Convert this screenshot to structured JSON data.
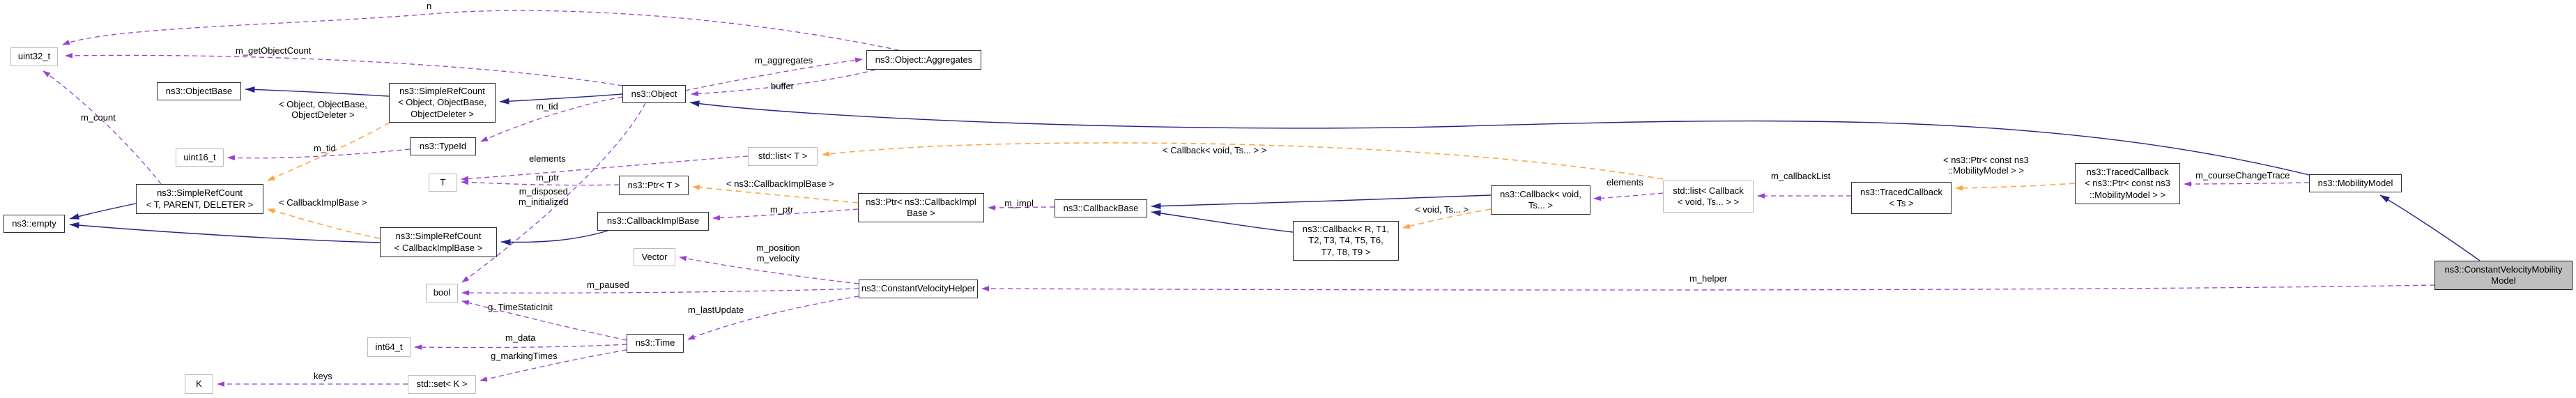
{
  "diagram": {
    "type": "doxygen-collaboration-graph",
    "focus_node": "ns3::ConstantVelocityMobilityModel",
    "colors": {
      "inheritance_edge": "#24248c",
      "member_edge": "#9a40d2",
      "template_edge": "#ffa443",
      "selected_node_fill": "#bfbfbf",
      "node_border": "#2f2f2f",
      "external_node_border": "#bcbcbc",
      "background": "#ffffff"
    },
    "nodes": [
      {
        "id": "uint32_t",
        "text": "uint32_t",
        "kind": "external"
      },
      {
        "id": "ns3-objectbase",
        "text": "ns3::ObjectBase",
        "kind": "class"
      },
      {
        "id": "uint16_t",
        "text": "uint16_t",
        "kind": "external"
      },
      {
        "id": "simplerefcount-generic",
        "text": "ns3::SimpleRefCount\n< T, PARENT, DELETER >",
        "kind": "class"
      },
      {
        "id": "ns3-empty",
        "text": "ns3::empty",
        "kind": "class"
      },
      {
        "id": "k",
        "text": "K",
        "kind": "external"
      },
      {
        "id": "std-set-k",
        "text": "std::set< K >",
        "kind": "external"
      },
      {
        "id": "simplerefcount-object",
        "text": "ns3::SimpleRefCount\n< Object, ObjectBase,\nObjectDeleter >",
        "kind": "class"
      },
      {
        "id": "ns3-typeid",
        "text": "ns3::TypeId",
        "kind": "class"
      },
      {
        "id": "t",
        "text": "T",
        "kind": "external"
      },
      {
        "id": "int64_t",
        "text": "int64_t",
        "kind": "external"
      },
      {
        "id": "bool",
        "text": "bool",
        "kind": "external"
      },
      {
        "id": "simplerefcount-callbackimplbase",
        "text": "ns3::SimpleRefCount\n< CallbackImplBase >",
        "kind": "class"
      },
      {
        "id": "ns3-object",
        "text": "ns3::Object",
        "kind": "class"
      },
      {
        "id": "ns3-ptr-t",
        "text": "ns3::Ptr< T >",
        "kind": "class"
      },
      {
        "id": "ns3-callbackimplbase",
        "text": "ns3::CallbackImplBase",
        "kind": "class"
      },
      {
        "id": "vector",
        "text": "Vector",
        "kind": "external"
      },
      {
        "id": "ns3-time",
        "text": "ns3::Time",
        "kind": "class"
      },
      {
        "id": "std-list-t",
        "text": "std::list< T >",
        "kind": "external"
      },
      {
        "id": "ns3-object-aggregates",
        "text": "ns3::Object::Aggregates",
        "kind": "class"
      },
      {
        "id": "ns3-ptr-callbackimplbase",
        "text": "ns3::Ptr< ns3::CallbackImpl\nBase >",
        "kind": "class"
      },
      {
        "id": "ns3-callbackbase",
        "text": "ns3::CallbackBase",
        "kind": "class"
      },
      {
        "id": "ns3-constantvelocityhelper",
        "text": "ns3::ConstantVelocityHelper",
        "kind": "class"
      },
      {
        "id": "ns3-callback-void-ts",
        "text": "ns3::Callback< void,\nTs... >",
        "kind": "class"
      },
      {
        "id": "ns3-callback-r-t1-t9",
        "text": "ns3::Callback< R, T1,\nT2, T3, T4, T5, T6,\nT7, T8, T9 >",
        "kind": "class"
      },
      {
        "id": "std-list-callback",
        "text": "std::list< Callback\n< void, Ts... > >",
        "kind": "external"
      },
      {
        "id": "ns3-tracedcallback-ts",
        "text": "ns3::TracedCallback\n< Ts >",
        "kind": "class"
      },
      {
        "id": "ns3-tracedcallback-mobilitymodel",
        "text": "ns3::TracedCallback\n< ns3::Ptr< const ns3\n::MobilityModel > >",
        "kind": "class"
      },
      {
        "id": "ns3-mobilitymodel",
        "text": "ns3::MobilityModel",
        "kind": "class"
      },
      {
        "id": "ns3-constantvelocitymobilitymodel",
        "text": "ns3::ConstantVelocityMobility\nModel",
        "kind": "selected"
      }
    ],
    "edge_labels": [
      {
        "text": "n"
      },
      {
        "text": "m_getObjectCount"
      },
      {
        "text": "m_count"
      },
      {
        "text": "m_tid"
      },
      {
        "text": "m_tid"
      },
      {
        "text": "elements"
      },
      {
        "text": "m_ptr"
      },
      {
        "text": "m_disposed\nm_initialized"
      },
      {
        "text": "m_aggregates"
      },
      {
        "text": "buffer"
      },
      {
        "text": "< Object, ObjectBase,\nObjectDeleter >"
      },
      {
        "text": "< CallbackImplBase >"
      },
      {
        "text": "< ns3::CallbackImplBase >"
      },
      {
        "text": "m_ptr"
      },
      {
        "text": "m_impl"
      },
      {
        "text": "m_position\nm_velocity"
      },
      {
        "text": "m_paused"
      },
      {
        "text": "m_lastUpdate"
      },
      {
        "text": "g_TimeStaticInit"
      },
      {
        "text": "m_data"
      },
      {
        "text": "g_markingTimes"
      },
      {
        "text": "keys"
      },
      {
        "text": "< Callback< void, Ts... > >"
      },
      {
        "text": "elements"
      },
      {
        "text": "< void, Ts... >"
      },
      {
        "text": "m_callbackList"
      },
      {
        "text": "< ns3::Ptr< const ns3\n::MobilityModel > >"
      },
      {
        "text": "m_courseChangeTrace"
      },
      {
        "text": "m_helper"
      }
    ],
    "edges": [
      {
        "from": "ns3::Object::Aggregates",
        "to": "uint32_t",
        "label": "n",
        "kind": "member"
      },
      {
        "from": "ns3::Object",
        "to": "uint32_t",
        "label": "m_getObjectCount",
        "kind": "member"
      },
      {
        "from": "ns3::SimpleRefCount< T, PARENT, DELETER >",
        "to": "uint32_t",
        "label": "m_count",
        "kind": "member"
      },
      {
        "from": "ns3::TypeId",
        "to": "uint16_t",
        "label": "m_tid",
        "kind": "member"
      },
      {
        "from": "ns3::Object",
        "to": "ns3::TypeId",
        "label": "m_tid",
        "kind": "member"
      },
      {
        "from": "std::list< T >",
        "to": "T",
        "label": "elements",
        "kind": "member"
      },
      {
        "from": "ns3::Ptr< T >",
        "to": "T",
        "label": "m_ptr",
        "kind": "member"
      },
      {
        "from": "ns3::Object",
        "to": "bool",
        "label": "m_disposed m_initialized",
        "kind": "member"
      },
      {
        "from": "ns3::Object",
        "to": "ns3::Object::Aggregates",
        "label": "m_aggregates",
        "kind": "member"
      },
      {
        "from": "ns3::Object::Aggregates",
        "to": "ns3::Object",
        "label": "buffer",
        "kind": "member"
      },
      {
        "from": "ns3::Ptr< ns3::CallbackImplBase >",
        "to": "ns3::CallbackImplBase",
        "label": "m_ptr",
        "kind": "member"
      },
      {
        "from": "ns3::CallbackBase",
        "to": "ns3::Ptr< ns3::CallbackImplBase >",
        "label": "m_impl",
        "kind": "member"
      },
      {
        "from": "std::list< Callback< void, Ts... > >",
        "to": "ns3::Callback< void, Ts... >",
        "label": "elements",
        "kind": "member"
      },
      {
        "from": "ns3::TracedCallback< Ts >",
        "to": "std::list< Callback< void, Ts... > >",
        "label": "m_callbackList",
        "kind": "member"
      },
      {
        "from": "ns3::MobilityModel",
        "to": "ns3::TracedCallback< ns3::Ptr< const ns3::MobilityModel > >",
        "label": "m_courseChangeTrace",
        "kind": "member"
      },
      {
        "from": "ns3::ConstantVelocityMobilityModel",
        "to": "ns3::ConstantVelocityHelper",
        "label": "m_helper",
        "kind": "member"
      },
      {
        "from": "ns3::ConstantVelocityHelper",
        "to": "Vector",
        "label": "m_position m_velocity",
        "kind": "member"
      },
      {
        "from": "ns3::ConstantVelocityHelper",
        "to": "bool",
        "label": "m_paused",
        "kind": "member"
      },
      {
        "from": "ns3::ConstantVelocityHelper",
        "to": "ns3::Time",
        "label": "m_lastUpdate",
        "kind": "member"
      },
      {
        "from": "ns3::Time",
        "to": "bool",
        "label": "g_TimeStaticInit",
        "kind": "member"
      },
      {
        "from": "ns3::Time",
        "to": "int64_t",
        "label": "m_data",
        "kind": "member"
      },
      {
        "from": "ns3::Time",
        "to": "std::set< K >",
        "label": "g_markingTimes",
        "kind": "member"
      },
      {
        "from": "std::set< K >",
        "to": "K",
        "label": "keys",
        "kind": "member"
      },
      {
        "from": "ns3::SimpleRefCount< Object, ObjectBase, ObjectDeleter >",
        "to": "ns3::ObjectBase",
        "kind": "inheritance"
      },
      {
        "from": "ns3::Object",
        "to": "ns3::SimpleRefCount< Object, ObjectBase, ObjectDeleter >",
        "kind": "inheritance"
      },
      {
        "from": "ns3::SimpleRefCount< T, PARENT, DELETER >",
        "to": "ns3::empty",
        "kind": "inheritance"
      },
      {
        "from": "ns3::SimpleRefCount< CallbackImplBase >",
        "to": "ns3::empty",
        "kind": "inheritance"
      },
      {
        "from": "ns3::CallbackImplBase",
        "to": "ns3::SimpleRefCount< CallbackImplBase >",
        "kind": "inheritance"
      },
      {
        "from": "ns3::Callback< void, Ts... >",
        "to": "ns3::CallbackBase",
        "kind": "inheritance"
      },
      {
        "from": "ns3::Callback< R, T1, T2, T3, T4, T5, T6, T7, T8, T9 >",
        "to": "ns3::CallbackBase",
        "kind": "inheritance"
      },
      {
        "from": "ns3::MobilityModel",
        "to": "ns3::Object",
        "kind": "inheritance"
      },
      {
        "from": "ns3::ConstantVelocityMobilityModel",
        "to": "ns3::MobilityModel",
        "kind": "inheritance"
      },
      {
        "from": "ns3::SimpleRefCount< Object, ObjectBase, ObjectDeleter >",
        "to": "ns3::SimpleRefCount< T, PARENT, DELETER >",
        "label": "< Object, ObjectBase, ObjectDeleter >",
        "kind": "template-instance"
      },
      {
        "from": "ns3::SimpleRefCount< CallbackImplBase >",
        "to": "ns3::SimpleRefCount< T, PARENT, DELETER >",
        "label": "< CallbackImplBase >",
        "kind": "template-instance"
      },
      {
        "from": "ns3::Ptr< ns3::CallbackImplBase >",
        "to": "ns3::Ptr< T >",
        "label": "< ns3::CallbackImplBase >",
        "kind": "template-instance"
      },
      {
        "from": "ns3::Callback< void, Ts... >",
        "to": "ns3::Callback< R, T1, T2, T3, T4, T5, T6, T7, T8, T9 >",
        "label": "< void, Ts... >",
        "kind": "template-instance"
      },
      {
        "from": "std::list< Callback< void, Ts... > >",
        "to": "std::list< T >",
        "label": "< Callback< void, Ts... > >",
        "kind": "template-instance"
      },
      {
        "from": "ns3::TracedCallback< ns3::Ptr< const ns3::MobilityModel > >",
        "to": "ns3::TracedCallback< Ts >",
        "label": "< ns3::Ptr< const ns3::MobilityModel > >",
        "kind": "template-instance"
      }
    ]
  }
}
